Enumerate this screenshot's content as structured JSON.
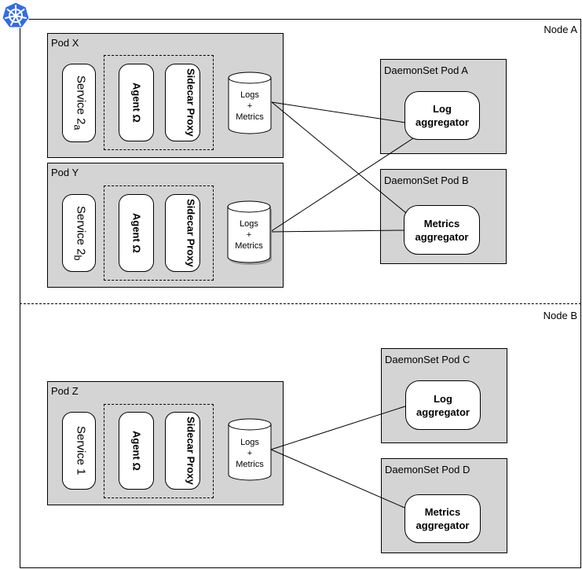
{
  "nodes": [
    {
      "label": "Node A"
    },
    {
      "label": "Node B"
    }
  ],
  "pods": [
    {
      "label": "Pod X",
      "service_main": "Service 2",
      "service_sub": "a",
      "agent": "Agent Ω",
      "sidecar": "Sidecar Proxy"
    },
    {
      "label": "Pod Y",
      "service_main": "Service 2",
      "service_sub": "b",
      "agent": "Agent Ω",
      "sidecar": "Sidecar Proxy"
    },
    {
      "label": "Pod Z",
      "service_main": "Service 1",
      "service_sub": "",
      "agent": "Agent Ω",
      "sidecar": "Sidecar Proxy"
    }
  ],
  "store": {
    "line1": "Logs",
    "line2": "+",
    "line3": "Metrics"
  },
  "daemonsets": [
    {
      "label": "DaemonSet Pod A",
      "agg_line1": "Log",
      "agg_line2": "aggregator"
    },
    {
      "label": "DaemonSet Pod B",
      "agg_line1": "Metrics",
      "agg_line2": "aggregator"
    },
    {
      "label": "DaemonSet Pod C",
      "agg_line1": "Log",
      "agg_line2": "aggregator"
    },
    {
      "label": "DaemonSet Pod D",
      "agg_line1": "Metrics",
      "agg_line2": "aggregator"
    }
  ],
  "icons": {
    "logo": "kubernetes-helm-wheel-icon"
  },
  "colors": {
    "pod_fill": "#d4d4d4",
    "logo_blue": "#326ce5"
  }
}
